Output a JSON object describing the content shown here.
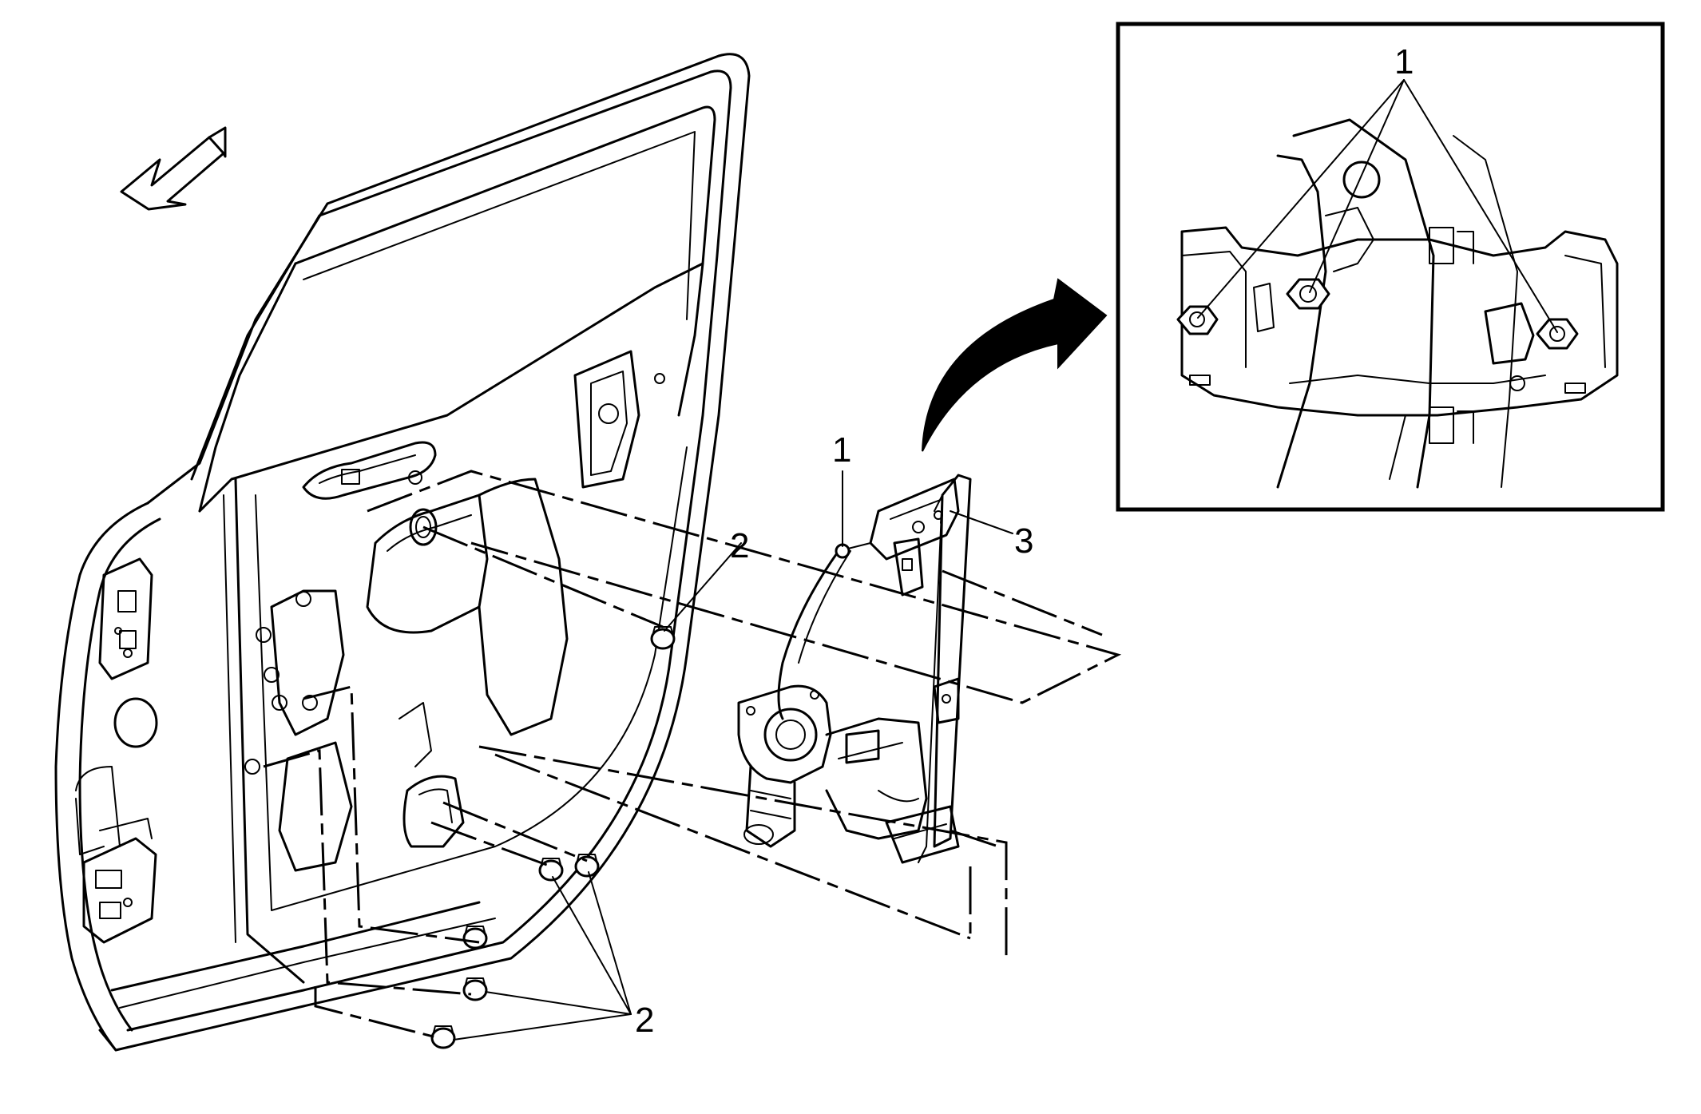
{
  "callouts": {
    "inset_fasteners": "1",
    "main_fastener": "1",
    "bolt_upper": "2",
    "bolts_lower": "2",
    "regulator": "3"
  },
  "icons": {
    "direction_arrow": "front-direction-arrow-icon",
    "transfer_arrow": "curved-arrow-icon"
  }
}
